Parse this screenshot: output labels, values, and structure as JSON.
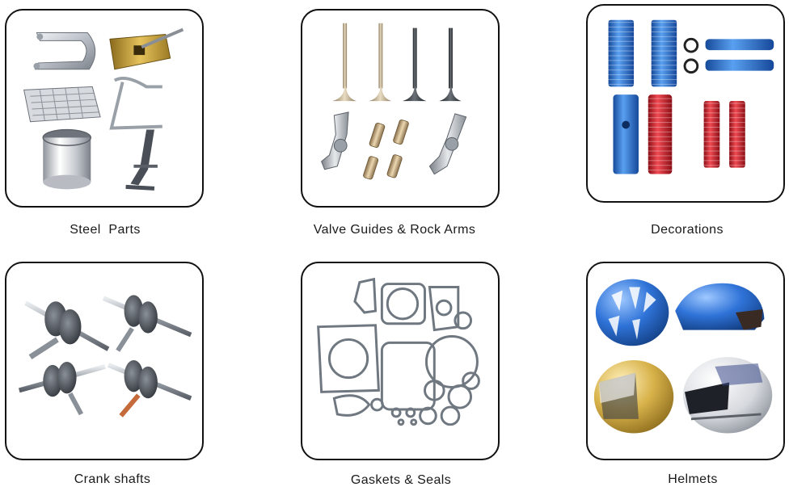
{
  "categories": [
    {
      "id": "steel-parts",
      "label": "Steel  Parts"
    },
    {
      "id": "valve-guides-rock-arms",
      "label": "Valve Guides & Rock Arms"
    },
    {
      "id": "decorations",
      "label": "Decorations"
    },
    {
      "id": "crank-shafts",
      "label": "Crank shafts"
    },
    {
      "id": "gaskets-seals",
      "label": "Gaskets & Seals"
    },
    {
      "id": "helmets",
      "label": "Helmets"
    }
  ],
  "colors": {
    "border": "#111111",
    "caption_text": "#1a1a1a",
    "steel": "#c8ccd2",
    "brass": "#c9a13a",
    "blue_anodized": "#2a6fd0",
    "red_anodized": "#d8222e",
    "gasket": "#6f7780",
    "helmet_gold": "#d8b24a",
    "helmet_blue": "#2f73d8"
  }
}
